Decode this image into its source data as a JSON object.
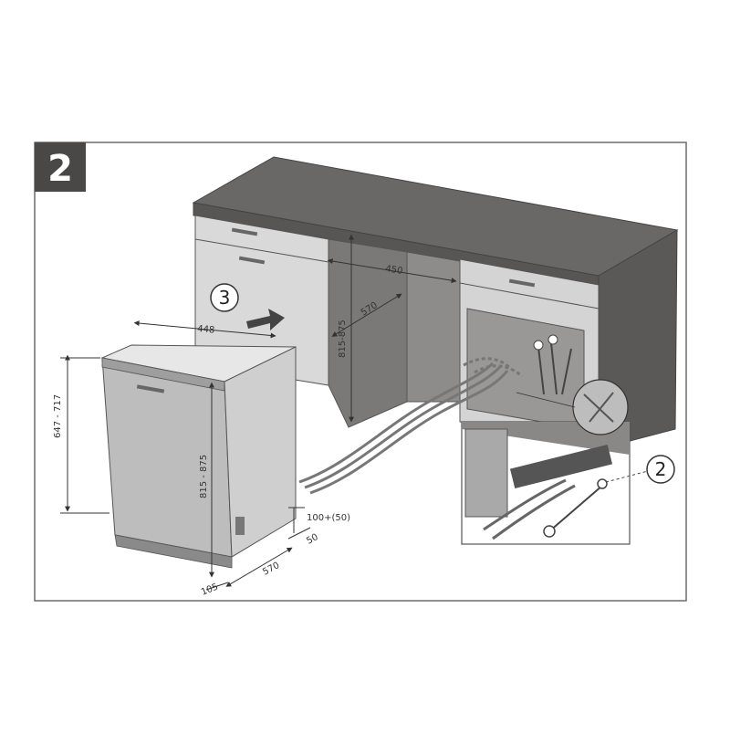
{
  "step_badge": "2",
  "callouts": [
    {
      "id": "step-3",
      "label": "3"
    },
    {
      "id": "step-2",
      "label": "2"
    }
  ],
  "dimensions": {
    "niche_width": "450",
    "niche_depth": "570",
    "niche_height": "815-875",
    "appliance_width": "448",
    "appliance_body_height": "647 - 717",
    "appliance_total_height": "815 - 875",
    "appliance_depth": "570",
    "plinth_offset": "105",
    "rear_gap": "50",
    "connection_height": "100+(50)"
  },
  "colors": {
    "cabinet_top": "#6a6767",
    "cabinet_front": "#8a8787",
    "cabinet_side": "#5b5858",
    "cabinet_panel": "#d9d9d9",
    "appliance_body": "#bdbdbd",
    "appliance_side": "#cfcfcf",
    "badge_bg": "#4a4747",
    "frame_border": "#6c6c6c"
  }
}
